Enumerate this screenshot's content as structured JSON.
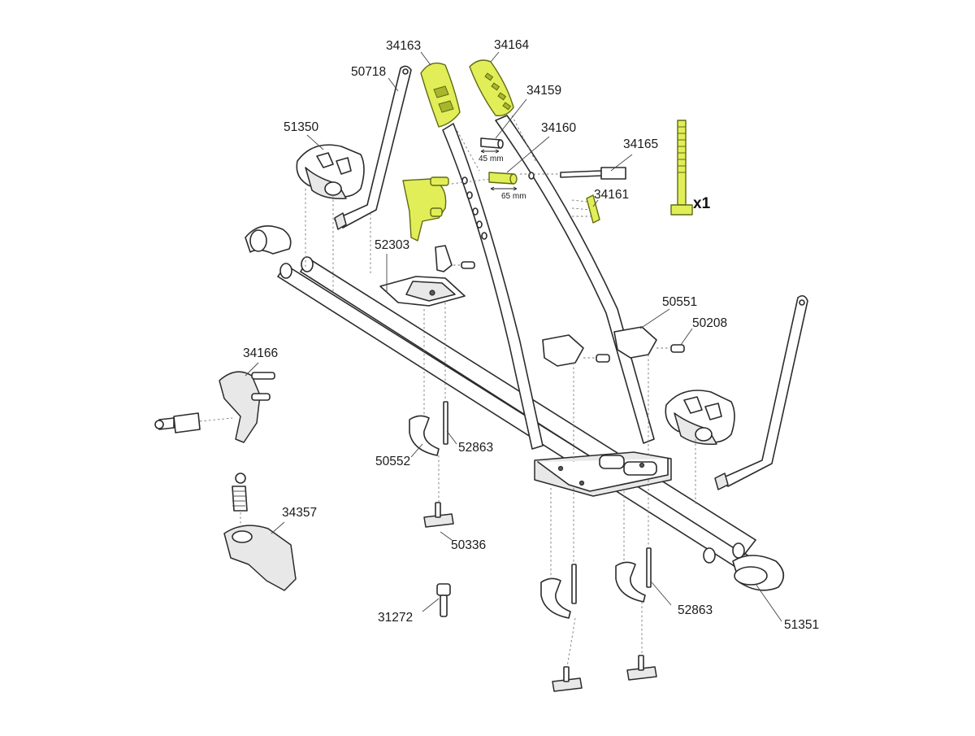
{
  "parts": {
    "p34163": "34163",
    "p34164": "34164",
    "p50718": "50718",
    "p34159": "34159",
    "p51350": "51350",
    "p34160": "34160",
    "p34165": "34165",
    "p34161": "34161",
    "p52303": "52303",
    "p50551": "50551",
    "p50208": "50208",
    "p34166": "34166",
    "p50552": "50552",
    "p52863a": "52863",
    "p50336": "50336",
    "p34357": "34357",
    "p31272": "31272",
    "p52863b": "52863",
    "p51351": "51351"
  },
  "dimensions": {
    "pin_45": "45 mm",
    "pin_65": "65 mm"
  },
  "quantity": "x1",
  "colors": {
    "highlight": "#e2ee58",
    "line": "#2b2b2b",
    "background": "#ffffff"
  }
}
